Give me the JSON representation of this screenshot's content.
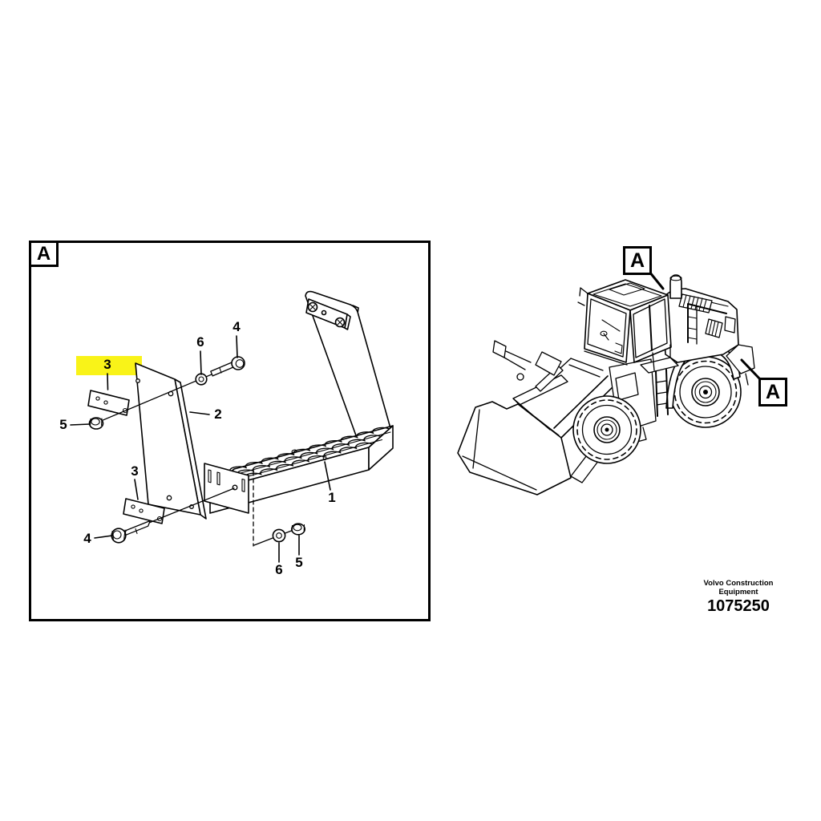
{
  "detail_panel": {
    "view_label": "A",
    "highlight_color": "#f9f318",
    "callouts": [
      {
        "id": "callout-4-upper",
        "label": "4"
      },
      {
        "id": "callout-6-upper",
        "label": "6"
      },
      {
        "id": "callout-3-upper",
        "label": "3",
        "highlighted": true
      },
      {
        "id": "callout-5-upper",
        "label": "5"
      },
      {
        "id": "callout-2",
        "label": "2"
      },
      {
        "id": "callout-3-lower",
        "label": "3"
      },
      {
        "id": "callout-4-lower",
        "label": "4"
      },
      {
        "id": "callout-1",
        "label": "1"
      },
      {
        "id": "callout-6-lower",
        "label": "6"
      },
      {
        "id": "callout-5-lower",
        "label": "5"
      }
    ]
  },
  "machine_view": {
    "location_labels": [
      {
        "id": "location-a-cab",
        "label": "A"
      },
      {
        "id": "location-a-rear",
        "label": "A"
      }
    ]
  },
  "footer": {
    "brand_line1": "Volvo Construction",
    "brand_line2": "Equipment",
    "part_number": "1075250"
  }
}
